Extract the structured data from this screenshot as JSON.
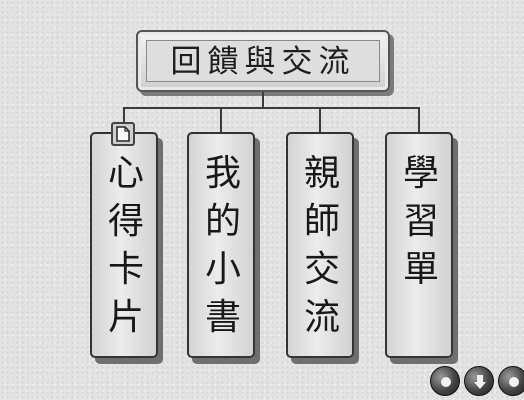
{
  "title": "回饋與交流",
  "cards": [
    {
      "label": "心得卡片"
    },
    {
      "label": "我的小書"
    },
    {
      "label": "親師交流"
    },
    {
      "label": "學習單"
    }
  ],
  "icons": {
    "badge": "document-icon",
    "nav": [
      "circle-icon",
      "arrow-down-icon",
      "circle-icon"
    ]
  }
}
